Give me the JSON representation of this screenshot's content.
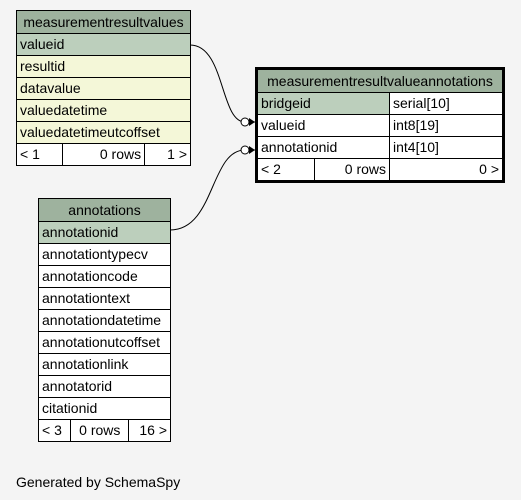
{
  "tables": {
    "mrv": {
      "name": "measurementresultvalues",
      "columns": [
        "valueid",
        "resultid",
        "datavalue",
        "valuedatetime",
        "valuedatetimeutcoffset"
      ],
      "footer": {
        "left": "< 1",
        "mid": "0 rows",
        "right": "1 >"
      }
    },
    "mrva": {
      "name": "measurementresultvalueannotations",
      "columns": [
        {
          "name": "bridgeid",
          "type": "serial[10]"
        },
        {
          "name": "valueid",
          "type": "int8[19]"
        },
        {
          "name": "annotationid",
          "type": "int4[10]"
        }
      ],
      "footer": {
        "left": "< 2",
        "mid": "0 rows",
        "right": "0 >"
      }
    },
    "ann": {
      "name": "annotations",
      "columns": [
        "annotationid",
        "annotationtypecv",
        "annotationcode",
        "annotationtext",
        "annotationdatetime",
        "annotationutcoffset",
        "annotationlink",
        "annotatorid",
        "citationid"
      ],
      "footer": {
        "left": "< 3",
        "mid": "0 rows",
        "right": "16 >"
      }
    }
  },
  "footer_text": "Generated by SchemaSpy",
  "colors": {
    "header": "#9eb29e",
    "pk": "#bccfbc",
    "yellow": "#f4f7d8",
    "background": "#f4f4f4"
  }
}
